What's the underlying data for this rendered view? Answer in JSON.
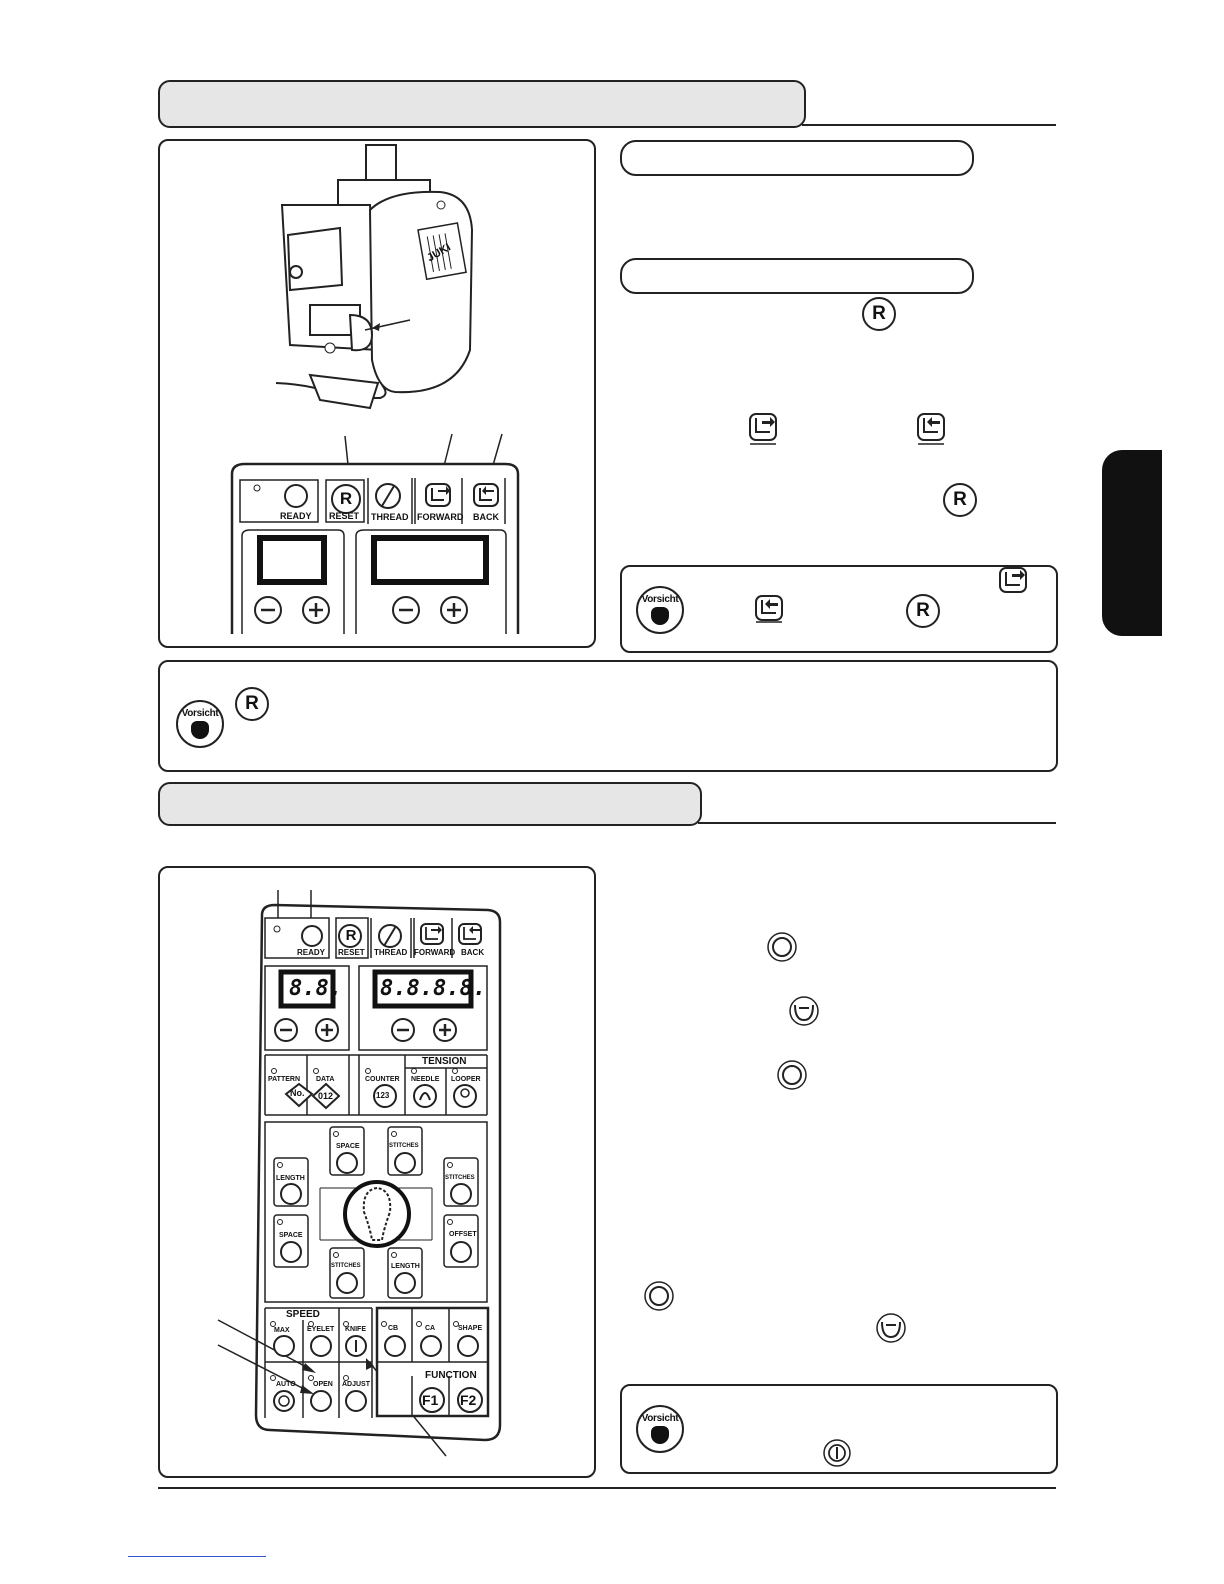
{
  "icons": {
    "reset_glyph": "R",
    "vorsicht_label": "Vorsicht"
  },
  "top_panel": {
    "ready": "READY",
    "reset_glyph": "R",
    "reset": "RESET",
    "thread": "THREAD",
    "forward": "FORWARD",
    "back": "BACK"
  },
  "bottom_panel": {
    "ready": "READY",
    "reset_glyph": "R",
    "reset": "RESET",
    "thread": "THREAD",
    "forward": "FORWARD",
    "back": "BACK",
    "display_left": "8.8.",
    "display_right": "8.8.8.8.",
    "pattern": "PATTERN",
    "pattern_btn": "No.",
    "data": "DATA",
    "data_btn": "012",
    "tension": "TENSION",
    "counter": "COUNTER",
    "counter_btn": "123",
    "needle": "NEEDLE",
    "looper": "LOOPER",
    "space_top": "SPACE",
    "stitches_top": "STITCHES",
    "length_left": "LENGTH",
    "stitches_right": "STITCHES",
    "space_left": "SPACE",
    "offset": "OFFSET",
    "stitches_bottom": "STITCHES",
    "length_bottom": "LENGTH",
    "speed": "SPEED",
    "max": "MAX",
    "eyelet": "EYELET",
    "knife": "KNIFE",
    "auto": "AUTO",
    "open": "OPEN",
    "adjust": "ADJUST",
    "cb": "CB",
    "ca": "CA",
    "shape": "SHAPE",
    "function": "FUNCTION",
    "f1": "F1",
    "f2": "F2"
  },
  "machine": {
    "brand": "JUKI"
  },
  "footer": {
    "link_text": ""
  }
}
